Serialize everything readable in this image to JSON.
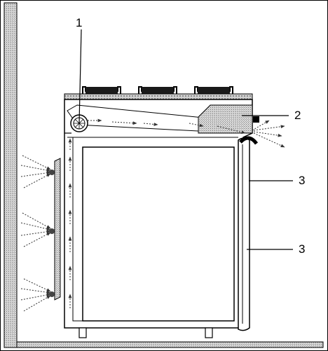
{
  "labels": {
    "fan": "1",
    "duct": "2",
    "seal_upper": "3",
    "seal_lower": "3"
  },
  "colors": {
    "line": "#000000",
    "hatch_fill": "#bdbdbd",
    "duct_fill": "#c8c8c8",
    "arrow": "#333333"
  }
}
